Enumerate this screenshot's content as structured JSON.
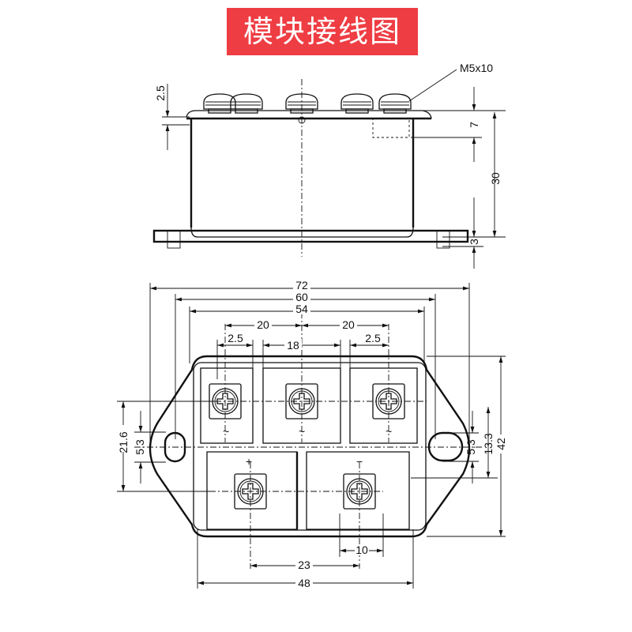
{
  "title": "模块接线图",
  "colors": {
    "banner": "#ee3d43",
    "banner_text": "#ffffff",
    "ink": "#111111"
  },
  "side_view": {
    "screw_label": "M5x10",
    "dims": {
      "head": "2.5",
      "terminal": "7",
      "height": "30",
      "base": "3"
    }
  },
  "top_view": {
    "dims": {
      "overall_length": "72",
      "hole_pitch": "60",
      "body_length": "54",
      "pitch_left": "20",
      "pitch_right": "20",
      "center_width": "18",
      "offset_left": "2.5",
      "offset_right": "2.5",
      "total_height": "21.6",
      "hole_offset_left": "5.3",
      "hole_offset_right": "5.3",
      "terminal_spacing_right": "13.3",
      "width": "42",
      "dc_terminal_width": "10",
      "dc_pitch": "23",
      "base_width": "48"
    },
    "terminal_marks": {
      "ac": "~",
      "plus": "+",
      "minus": "−"
    }
  }
}
